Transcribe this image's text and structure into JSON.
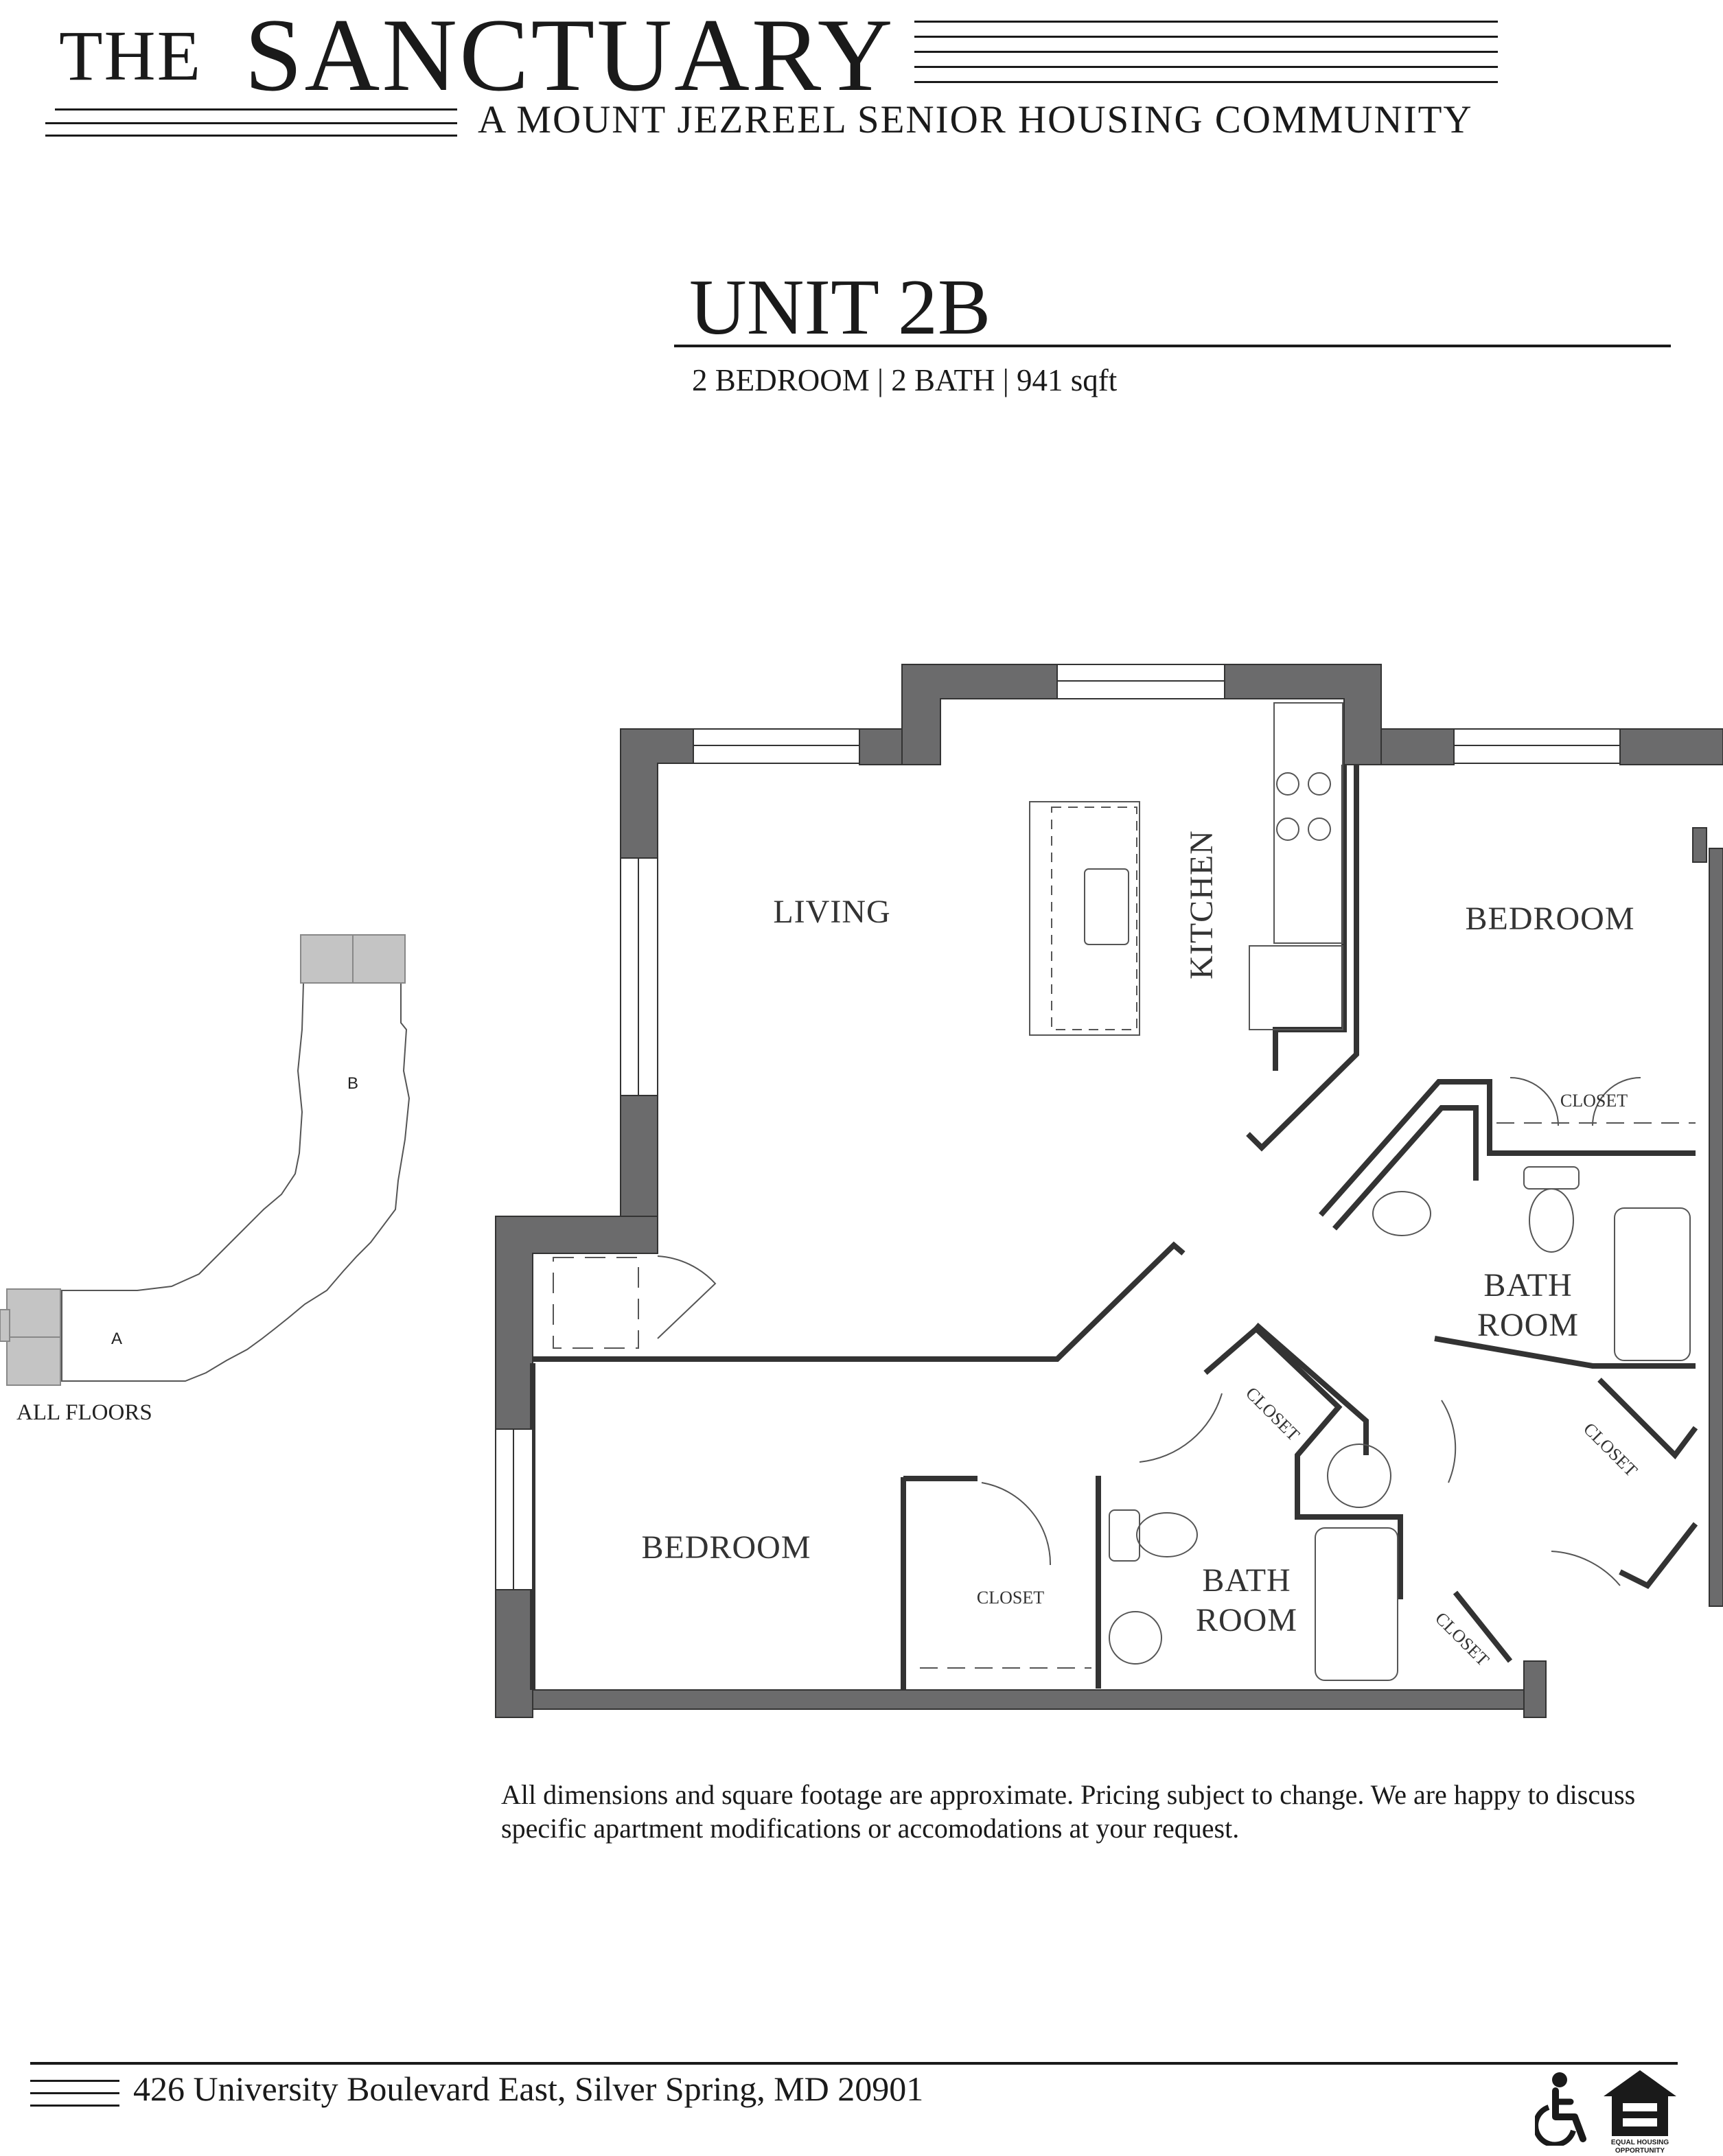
{
  "header": {
    "the": "THE",
    "sanctuary": "SANCTUARY",
    "subtitle": "A MOUNT JEZREEL SENIOR HOUSING COMMUNITY"
  },
  "unit": {
    "title": "UNIT 2B",
    "specs": "2 BEDROOM | 2 BATH | 941 sqft"
  },
  "keyplan": {
    "label_a": "A",
    "label_b": "B",
    "caption": "ALL FLOORS"
  },
  "floorplan": {
    "living": "LIVING",
    "kitchen": "KITCHEN",
    "bedroom_top": "BEDROOM",
    "bedroom_bottom": "BEDROOM",
    "bath1_line1": "BATH",
    "bath1_line2": "ROOM",
    "bath2_line1": "BATH",
    "bath2_line2": "ROOM",
    "closet_a": "CLOSET",
    "closet_b": "CLOSET",
    "closet_c": "CLOSET",
    "closet_d": "CLOSET",
    "closet_e": "CLOSET"
  },
  "disclaimer": "All dimensions and square footage are approximate. Pricing subject to change. We are happy to discuss specific apartment modifications or accomodations at your request.",
  "footer": {
    "address": "426 University Boulevard East, Silver Spring, MD 20901",
    "icons": [
      "accessibility-icon",
      "equal-housing-icon"
    ],
    "equal_housing_text_1": "EQUAL HOUSING",
    "equal_housing_text_2": "OPPORTUNITY"
  },
  "colors": {
    "wall": "#6b6b6c",
    "ink": "#1a1a1a",
    "keyplan_fill": "#c4c4c4"
  }
}
